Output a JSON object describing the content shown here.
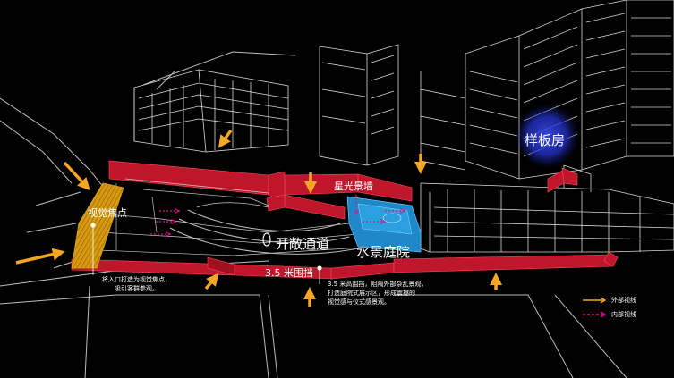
{
  "labels": {
    "sample_room": "样板房",
    "star_wall": "星光景墙",
    "visual_focus": "视觉焦点",
    "open_passage": "开敞通道",
    "water_courtyard": "水景庭院",
    "wall_height": "3.5 米围挡"
  },
  "notes": {
    "focus_note_1": "将入口打造为视觉焦点，",
    "focus_note_2": "吸引客群参观。",
    "wall_note_1": "3.5 米高围挡，阻隔外部杂乱景观，",
    "wall_note_2": "打造庭院式展示区，形成震撼的",
    "wall_note_3": "视觉感与仪式感景观。"
  },
  "legend": {
    "external_sightline": "外部视线",
    "internal_sightline": "内部视线"
  },
  "colors": {
    "background": "#000000",
    "wall_red": "#c0162b",
    "arrow_orange": "#f5a623",
    "arrow_magenta": "#e0118a",
    "water_blue": "#1e88c8",
    "glow_blue": "#2433c9",
    "focus_gold": "#e0a010",
    "linework": "#d8d8d8"
  }
}
